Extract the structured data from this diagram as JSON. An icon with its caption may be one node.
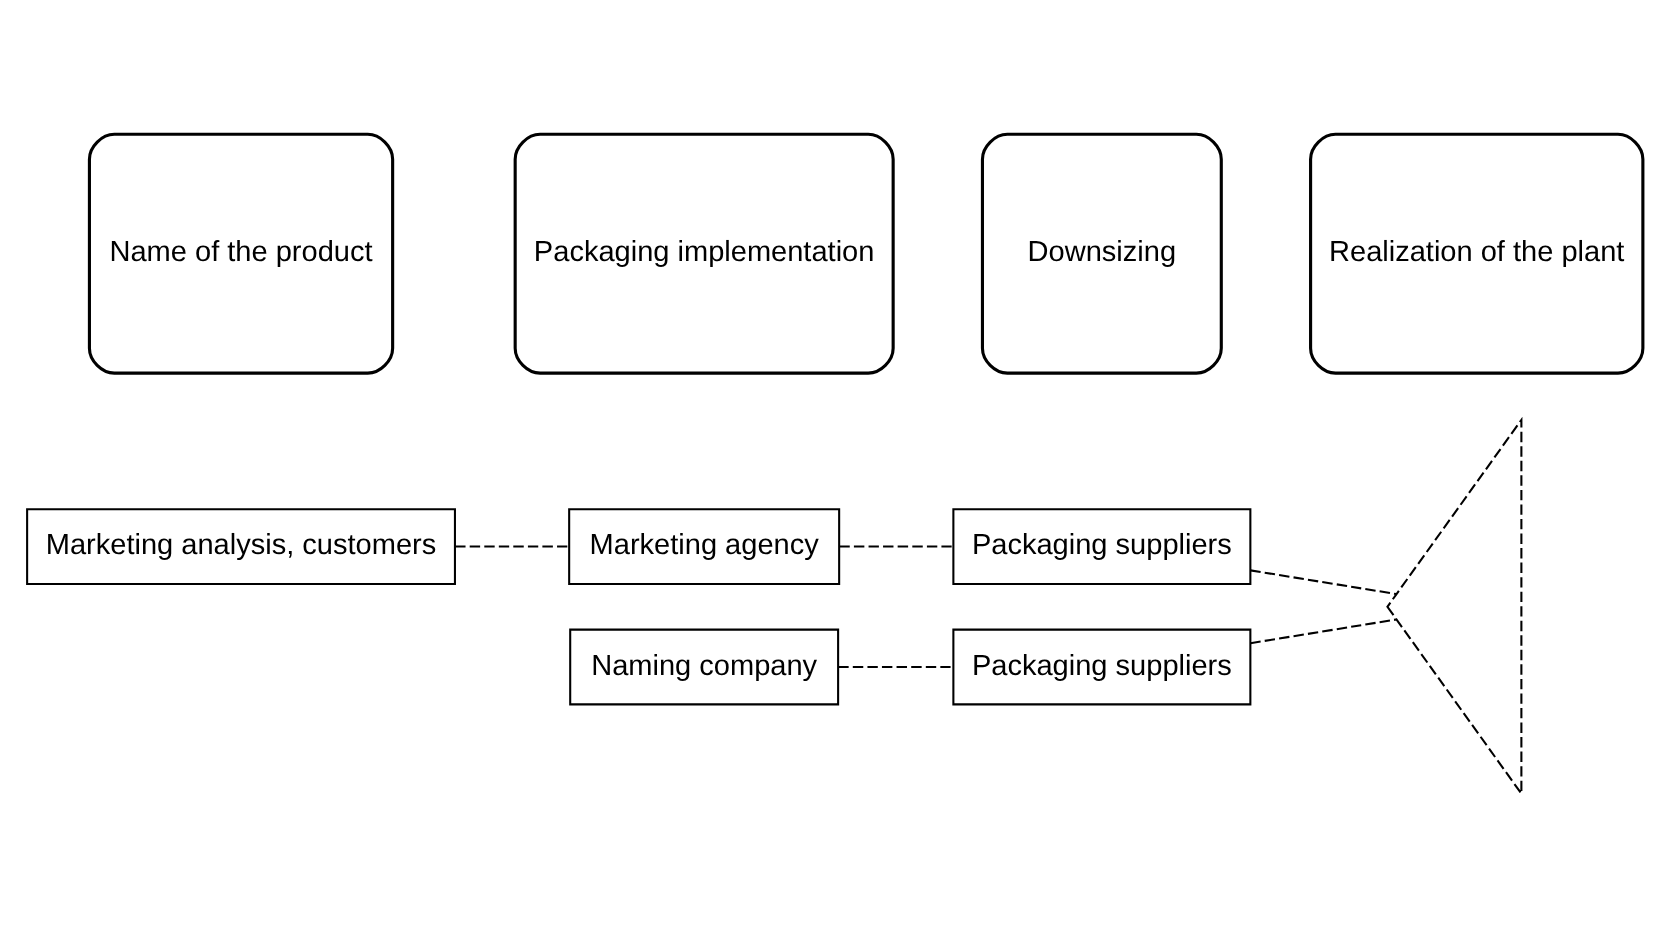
{
  "diagram": {
    "nodes": [
      {
        "text": [
          "Marketing analysis, customers"
        ]
      },
      {
        "text": [
          "Marketing agency"
        ]
      },
      {
        "text": [
          "Packaging suppliers"
        ]
      },
      {
        "text": [
          "Name of the product"
        ]
      },
      {
        "text": [
          "Packaging implementation"
        ]
      },
      {
        "text": [
          "Downsizing"
        ]
      },
      {
        "text": [
          "Realization of the plant"
        ]
      },
      {
        "text": [
          "Naming company"
        ]
      },
      {
        "text": [
          "Packaging suppliers"
        ]
      },
      {
        "text": [],
        "shape": "triangle"
      }
    ],
    "edges": [
      {
        "from": 0,
        "to": 1,
        "arrow": "none",
        "style": "dashed"
      },
      {
        "from": 1,
        "to": 2,
        "arrow": "none",
        "style": "dashed"
      },
      {
        "from": 2,
        "to": 9,
        "arrow": "none",
        "style": "dashed"
      },
      {
        "from": 7,
        "to": 8,
        "arrow": "none",
        "style": "dashed"
      },
      {
        "from": 8,
        "to": 9,
        "arrow": "none",
        "style": "dashed"
      }
    ]
  }
}
